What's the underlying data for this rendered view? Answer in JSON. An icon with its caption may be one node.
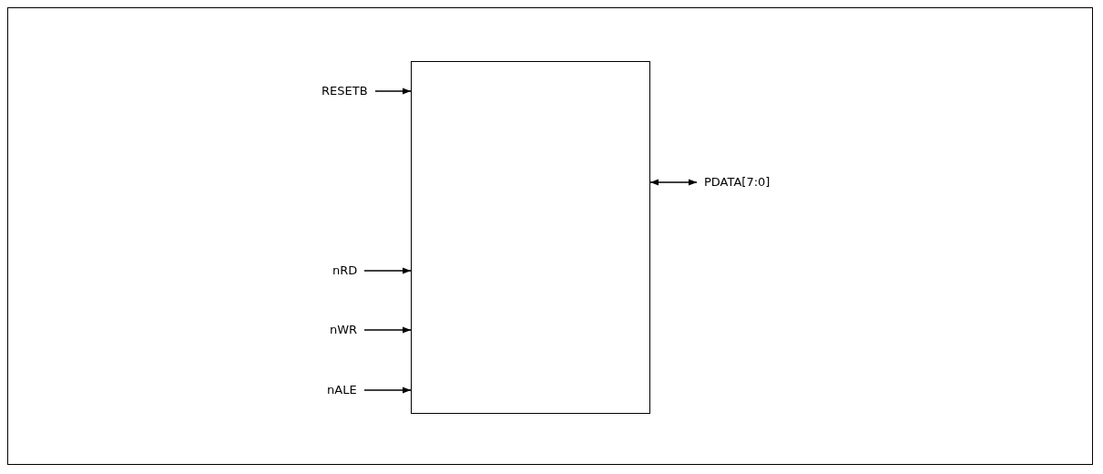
{
  "diagram": {
    "nodes": [
      {
        "text": [],
        "shape": "box"
      },
      {
        "text": [
          "RESETB"
        ]
      },
      {
        "text": [
          "PDATA[7:0]"
        ]
      },
      {
        "text": [
          "nRD"
        ]
      },
      {
        "text": [
          "nWR"
        ]
      },
      {
        "text": [
          "nALE"
        ]
      }
    ],
    "edges": [
      {
        "from": 1,
        "to": 0,
        "arrow": "to"
      },
      {
        "from": 0,
        "to": 2,
        "arrow": "both"
      },
      {
        "from": 3,
        "to": 0,
        "arrow": "to"
      },
      {
        "from": 4,
        "to": 0,
        "arrow": "to"
      },
      {
        "from": 5,
        "to": 0,
        "arrow": "to"
      }
    ]
  }
}
